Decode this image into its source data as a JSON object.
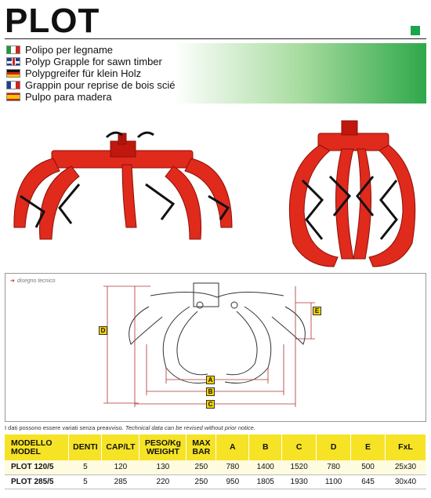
{
  "header": {
    "title": "PLOT",
    "accent_color": "#1aa64b"
  },
  "languages": [
    {
      "flag": "italy-flag",
      "text": "Polipo per legname"
    },
    {
      "flag": "uk-flag",
      "text": "Polyp Grapple for sawn timber"
    },
    {
      "flag": "germany-flag",
      "text": "Polypgreifer für klein Holz"
    },
    {
      "flag": "france-flag",
      "text": "Grappin pour reprise de bois scié"
    },
    {
      "flag": "spain-flag",
      "text": "Pulpo para madera"
    }
  ],
  "photos": {
    "left": "grapple-open-photo",
    "right": "grapple-closed-photo",
    "color": "#e02a1c"
  },
  "drawing": {
    "label": "disegno tecnico",
    "dimensions": [
      "A",
      "B",
      "C",
      "D",
      "E"
    ]
  },
  "disclaimer": {
    "it": "I dati possono essere variati senza preavviso.",
    "en": "Technical data can be revised without prior notice."
  },
  "table": {
    "headers": [
      {
        "l1": "MODELLO",
        "l2": "MODEL"
      },
      {
        "l1": "DENTI",
        "l2": ""
      },
      {
        "l1": "CAP/LT",
        "l2": ""
      },
      {
        "l1": "PESO/Kg",
        "l2": "WEIGHT"
      },
      {
        "l1": "MAX",
        "l2": "BAR"
      },
      {
        "l1": "A",
        "l2": ""
      },
      {
        "l1": "B",
        "l2": ""
      },
      {
        "l1": "C",
        "l2": ""
      },
      {
        "l1": "D",
        "l2": ""
      },
      {
        "l1": "E",
        "l2": ""
      },
      {
        "l1": "FxL",
        "l2": ""
      }
    ],
    "rows": [
      [
        "PLOT 120/5",
        "5",
        "120",
        "130",
        "250",
        "780",
        "1400",
        "1520",
        "780",
        "500",
        "25x30"
      ],
      [
        "PLOT 285/5",
        "5",
        "285",
        "220",
        "250",
        "950",
        "1805",
        "1930",
        "1100",
        "645",
        "30x40"
      ]
    ],
    "header_color": "#f6e326"
  }
}
